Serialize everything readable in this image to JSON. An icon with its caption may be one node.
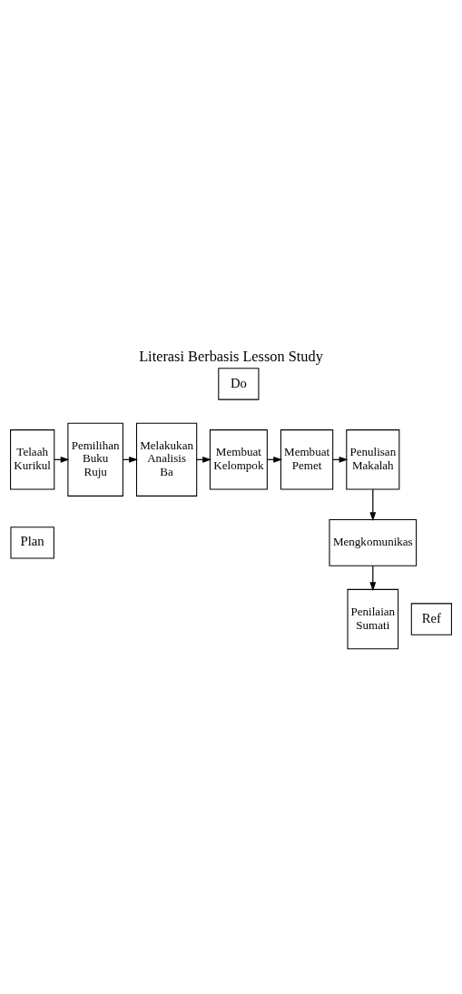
{
  "diagram": {
    "title": "Literasi Berbasis Lesson Study",
    "nodes": [
      {
        "text": [
          "Do"
        ]
      },
      {
        "text": [
          "Telaah Kurikul"
        ]
      },
      {
        "text": [
          "Pemilihan Buku Ruju"
        ]
      },
      {
        "text": [
          "Melakukan Analisis Ba"
        ]
      },
      {
        "text": [
          "Membuat Kelompok"
        ]
      },
      {
        "text": [
          "Membuat Pemet"
        ]
      },
      {
        "text": [
          "Penulisan Makalah"
        ]
      },
      {
        "text": [
          "Mengkomunikas"
        ]
      },
      {
        "text": [
          "Plan"
        ]
      },
      {
        "text": [
          "Ref"
        ]
      },
      {
        "text": [
          "Penilaian Sumati"
        ]
      }
    ],
    "edges": [
      {
        "from": 1,
        "to": 2,
        "arrow": "to"
      },
      {
        "from": 2,
        "to": 3,
        "arrow": "to"
      },
      {
        "from": 3,
        "to": 4,
        "arrow": "to"
      },
      {
        "from": 4,
        "to": 5,
        "arrow": "to"
      },
      {
        "from": 5,
        "to": 6,
        "arrow": "to"
      },
      {
        "from": 6,
        "to": 7,
        "arrow": "to"
      },
      {
        "from": 7,
        "to": 10,
        "arrow": "to"
      }
    ]
  }
}
